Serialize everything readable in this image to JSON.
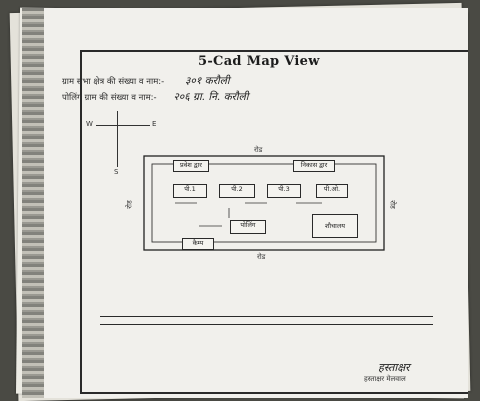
{
  "document": {
    "title": "5-Cad Map View",
    "line1_label": "ग्राम सभा क्षेत्र की संख्या व नाम:-",
    "line1_value": "३०१ करौली",
    "line2_label": "पोलिंग ग्राम की संख्या व नाम:-",
    "line2_value": "२०६ ग्रा. नि. करौली"
  },
  "compass": {
    "west": "W",
    "east": "E",
    "south": "S"
  },
  "diagram": {
    "top_road": "रोड",
    "bottom_road": "रोड",
    "left_road": "रोड",
    "right_road": "रोड",
    "boxes": [
      {
        "id": "top-left",
        "label": "प्रवेश द्वार"
      },
      {
        "id": "top-right",
        "label": "निकास द्वार"
      },
      {
        "id": "room-1",
        "label": "पी.1"
      },
      {
        "id": "room-2",
        "label": "पी.2"
      },
      {
        "id": "room-3",
        "label": "पी.3"
      },
      {
        "id": "room-4",
        "label": "पी.ओ."
      },
      {
        "id": "bottom-left",
        "label": "कैम्प"
      },
      {
        "id": "bottom-mid",
        "label": "पोलिंग"
      },
      {
        "id": "bottom-right",
        "label": "शौचालय"
      }
    ]
  },
  "signature": {
    "name": "हस्ताक्षर",
    "caption": "हस्ताक्षर मेलवाल"
  }
}
